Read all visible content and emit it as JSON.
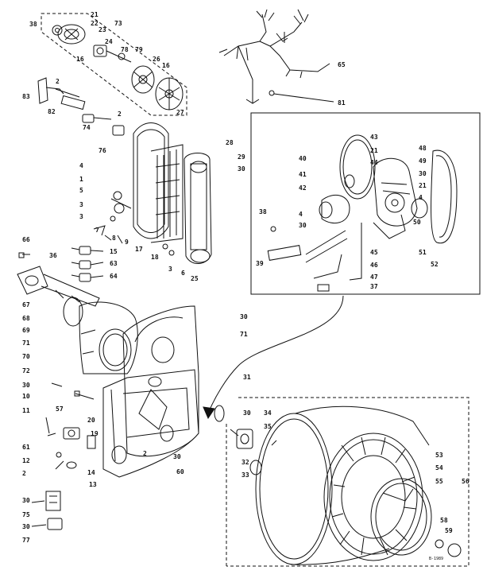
{
  "labels": [
    {
      "id": "p21a",
      "text": "21"
    },
    {
      "id": "p38a",
      "text": "38"
    },
    {
      "id": "p22",
      "text": "22"
    },
    {
      "id": "p23",
      "text": "23"
    },
    {
      "id": "p73",
      "text": "73"
    },
    {
      "id": "p24",
      "text": "24"
    },
    {
      "id": "p78",
      "text": "78"
    },
    {
      "id": "p79",
      "text": "79"
    },
    {
      "id": "p16a",
      "text": "16"
    },
    {
      "id": "p26",
      "text": "26"
    },
    {
      "id": "p16b",
      "text": "16"
    },
    {
      "id": "p27",
      "text": "27"
    },
    {
      "id": "p65",
      "text": "65"
    },
    {
      "id": "p81",
      "text": "81"
    },
    {
      "id": "p2a",
      "text": "2"
    },
    {
      "id": "p83",
      "text": "83"
    },
    {
      "id": "p82",
      "text": "82"
    },
    {
      "id": "p2b",
      "text": "2"
    },
    {
      "id": "p74",
      "text": "74"
    },
    {
      "id": "p76",
      "text": "76"
    },
    {
      "id": "p28",
      "text": "28"
    },
    {
      "id": "p29",
      "text": "29"
    },
    {
      "id": "p30a",
      "text": "30"
    },
    {
      "id": "p4a",
      "text": "4"
    },
    {
      "id": "p1",
      "text": "1"
    },
    {
      "id": "p5",
      "text": "5"
    },
    {
      "id": "p3a",
      "text": "3"
    },
    {
      "id": "p3b",
      "text": "3"
    },
    {
      "id": "p7",
      "text": "7"
    },
    {
      "id": "p8",
      "text": "8"
    },
    {
      "id": "p9",
      "text": "9"
    },
    {
      "id": "p17",
      "text": "17"
    },
    {
      "id": "p18",
      "text": "18"
    },
    {
      "id": "p3c",
      "text": "3"
    },
    {
      "id": "p6",
      "text": "6"
    },
    {
      "id": "p25",
      "text": "25"
    },
    {
      "id": "p66",
      "text": "66"
    },
    {
      "id": "p36",
      "text": "36"
    },
    {
      "id": "p15",
      "text": "15"
    },
    {
      "id": "p63",
      "text": "63"
    },
    {
      "id": "p64",
      "text": "64"
    },
    {
      "id": "p67",
      "text": "67"
    },
    {
      "id": "p68",
      "text": "68"
    },
    {
      "id": "p69",
      "text": "69"
    },
    {
      "id": "p71a",
      "text": "71"
    },
    {
      "id": "p70",
      "text": "70"
    },
    {
      "id": "p72",
      "text": "72"
    },
    {
      "id": "p30b",
      "text": "30"
    },
    {
      "id": "p71b",
      "text": "71"
    },
    {
      "id": "p30c",
      "text": "30"
    },
    {
      "id": "p10",
      "text": "10"
    },
    {
      "id": "p57",
      "text": "57"
    },
    {
      "id": "p11",
      "text": "11"
    },
    {
      "id": "p20",
      "text": "20"
    },
    {
      "id": "p19",
      "text": "19"
    },
    {
      "id": "p61",
      "text": "61"
    },
    {
      "id": "p12",
      "text": "12"
    },
    {
      "id": "p2c",
      "text": "2"
    },
    {
      "id": "p14",
      "text": "14"
    },
    {
      "id": "p13",
      "text": "13"
    },
    {
      "id": "p2d",
      "text": "2"
    },
    {
      "id": "p60",
      "text": "60"
    },
    {
      "id": "p30d",
      "text": "30"
    },
    {
      "id": "p30e",
      "text": "30"
    },
    {
      "id": "p75",
      "text": "75"
    },
    {
      "id": "p30f",
      "text": "30"
    },
    {
      "id": "p77",
      "text": "77"
    },
    {
      "id": "p31",
      "text": "31"
    },
    {
      "id": "p30g",
      "text": "30"
    },
    {
      "id": "p34",
      "text": "34"
    },
    {
      "id": "p35",
      "text": "35"
    },
    {
      "id": "p32",
      "text": "32"
    },
    {
      "id": "p33",
      "text": "33"
    },
    {
      "id": "p53",
      "text": "53"
    },
    {
      "id": "p54",
      "text": "54"
    },
    {
      "id": "p55",
      "text": "55"
    },
    {
      "id": "p56",
      "text": "56"
    },
    {
      "id": "p58",
      "text": "58"
    },
    {
      "id": "p59",
      "text": "59"
    },
    {
      "id": "p43",
      "text": "43"
    },
    {
      "id": "p21b",
      "text": "21"
    },
    {
      "id": "p40",
      "text": "40"
    },
    {
      "id": "p44",
      "text": "44"
    },
    {
      "id": "p41",
      "text": "41"
    },
    {
      "id": "p42",
      "text": "42"
    },
    {
      "id": "p48",
      "text": "48"
    },
    {
      "id": "p49",
      "text": "49"
    },
    {
      "id": "p30h",
      "text": "30"
    },
    {
      "id": "p21c",
      "text": "21"
    },
    {
      "id": "p4b",
      "text": "4"
    },
    {
      "id": "p38b",
      "text": "38"
    },
    {
      "id": "p4c",
      "text": "4"
    },
    {
      "id": "p30i",
      "text": "30"
    },
    {
      "id": "p39",
      "text": "39"
    },
    {
      "id": "p45",
      "text": "45"
    },
    {
      "id": "p46",
      "text": "46"
    },
    {
      "id": "p47",
      "text": "47"
    },
    {
      "id": "p37",
      "text": "37"
    },
    {
      "id": "p51",
      "text": "51"
    },
    {
      "id": "p52",
      "text": "52"
    },
    {
      "id": "p50",
      "text": "50"
    },
    {
      "id": "code",
      "text": "B-1989"
    }
  ]
}
